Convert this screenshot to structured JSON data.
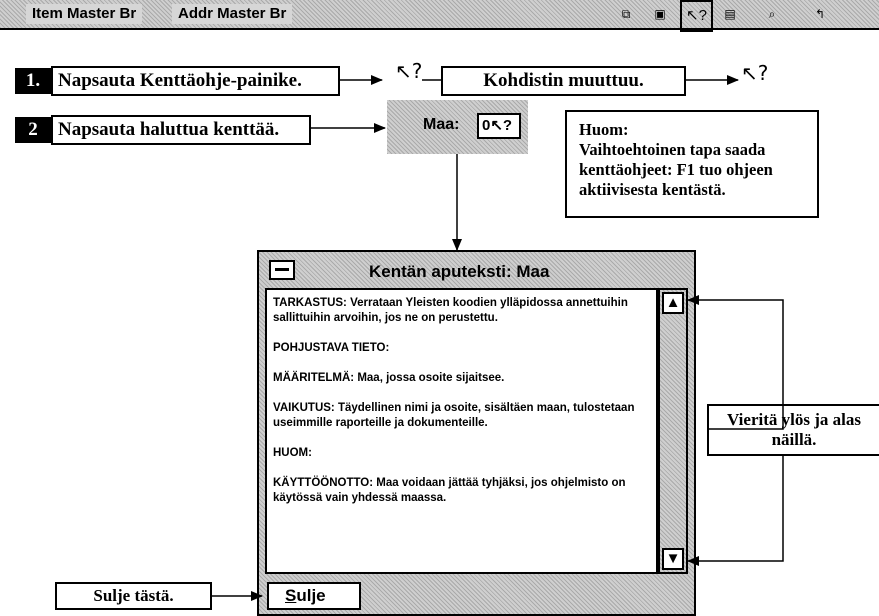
{
  "toolbar": {
    "tab1": "Item Master Br",
    "tab2": "Addr Master Br",
    "icons": [
      "copy-icon",
      "window-icon",
      "help-cursor-icon",
      "notes-icon",
      "search-icon",
      "exit-icon"
    ]
  },
  "steps": {
    "step1_num": "1.",
    "step1_text": "Napsauta Kenttäohje-painike.",
    "cursor_text": "Kohdistin muuttuu.",
    "step2_num": "2",
    "step2_text": "Napsauta haluttua kenttää."
  },
  "field": {
    "label": "Maa:",
    "value": "0"
  },
  "note": {
    "title": "Huom:",
    "body_line1": "Vaihtoehtoinen tapa saada",
    "body_line2": "kenttäohjeet: F1 tuo ohjeen",
    "body_line3": "aktiivisesta kentästä."
  },
  "help_window": {
    "title": "Kentän aputeksti: Maa",
    "p1": "TARKASTUS: Verrataan Yleisten koodien ylläpidossa annettuihin sallittuihin arvoihin, jos ne on perustettu.",
    "p2": "POHJUSTAVA TIETO:",
    "p3": "MÄÄRITELMÄ: Maa, jossa osoite sijaitsee.",
    "p4": "VAIKUTUS: Täydellinen nimi ja osoite, sisältäen maan, tulostetaan useimmille raporteille ja dokumenteille.",
    "p5": "HUOM:",
    "p6": "KÄYTTÖÖNOTTO: Maa voidaan jättää tyhjäksi, jos ohjelmisto on käytössä vain yhdessä maassa.",
    "close_button_first": "S",
    "close_button_rest": "ulje"
  },
  "callouts": {
    "scroll_line1": "Vieritä ylös ja alas",
    "scroll_line2": "näillä.",
    "close_hint": "Sulje tästä."
  }
}
